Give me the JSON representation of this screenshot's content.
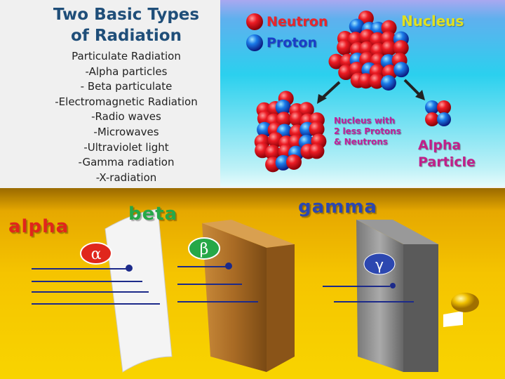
{
  "slide": {
    "title": "Two Basic Types of Radiation",
    "items": [
      "Particulate Radiation",
      "-Alpha particles",
      "- Beta particulate",
      "-Electromagnetic Radiation",
      "-Radio waves",
      "-Microwaves",
      "-Ultraviolet light",
      "-Gamma radiation",
      "-X-radiation"
    ]
  },
  "nucleus_diagram": {
    "legend_neutron": "Neutron",
    "legend_proton": "Proton",
    "nucleus_label": "Nucleus",
    "daughter_label": [
      "Nucleus with",
      "2 less Protons",
      "& Neutrons"
    ],
    "alpha_label": [
      "Alpha",
      "Particle"
    ],
    "colors": {
      "neutron": "#e8141c",
      "proton": "#1646d8"
    }
  },
  "penetration": {
    "alpha": "alpha",
    "beta": "beta",
    "gamma": "gamma",
    "alpha_symbol": "α",
    "beta_symbol": "β",
    "gamma_symbol": "γ",
    "colors": {
      "alpha": "#e0261c",
      "beta": "#26a848",
      "gamma": "#2c47b0"
    }
  }
}
